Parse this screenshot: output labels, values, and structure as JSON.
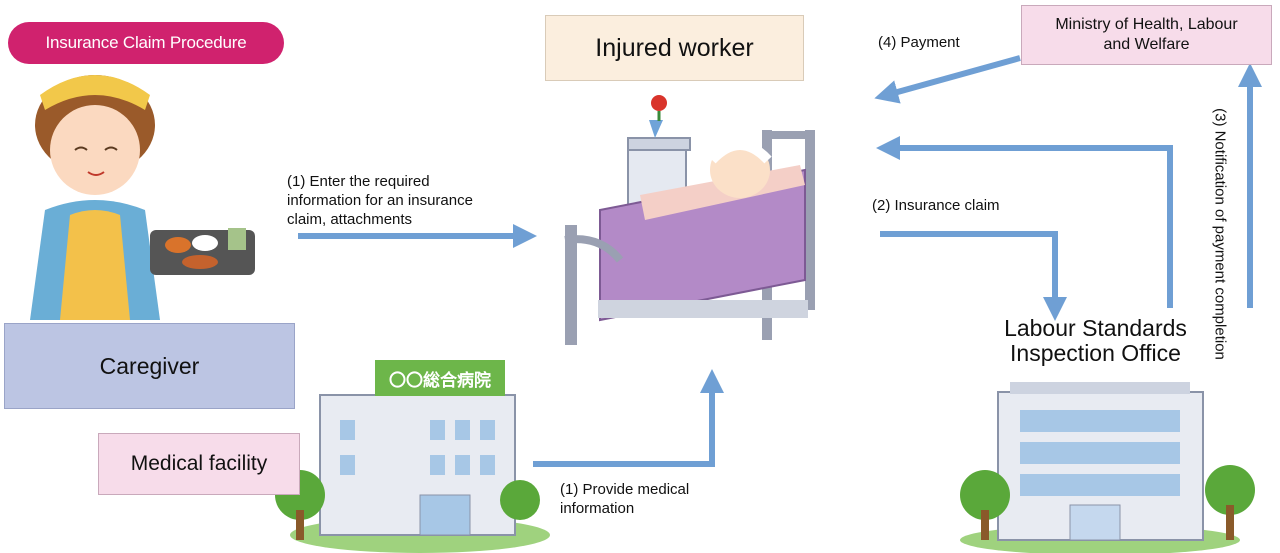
{
  "title": "Insurance Claim Procedure",
  "nodes": {
    "injured_worker": "Injured worker",
    "ministry": "Ministry of Health, Labour\nand Welfare",
    "caregiver": "Caregiver",
    "medical_facility": "Medical facility",
    "labour_office": "Labour Standards\nInspection Office",
    "hospital_sign": "〇〇総合病院"
  },
  "steps": {
    "step1_caregiver": "(1) Enter the required\n      information for an insurance\n      claim, attachments",
    "step1_medical": "(1) Provide medical\n      information",
    "step2": "(2) Insurance claim",
    "step3": "(3) Notification of payment completion",
    "step4": "(4) Payment"
  },
  "colors": {
    "badge": "#d0226e",
    "arrow": "#6f9fd4",
    "injured_box": "#fbeede",
    "ministry_box": "#f7dcea",
    "caregiver_box": "#bcc5e3",
    "medical_box": "#f7dcea"
  }
}
